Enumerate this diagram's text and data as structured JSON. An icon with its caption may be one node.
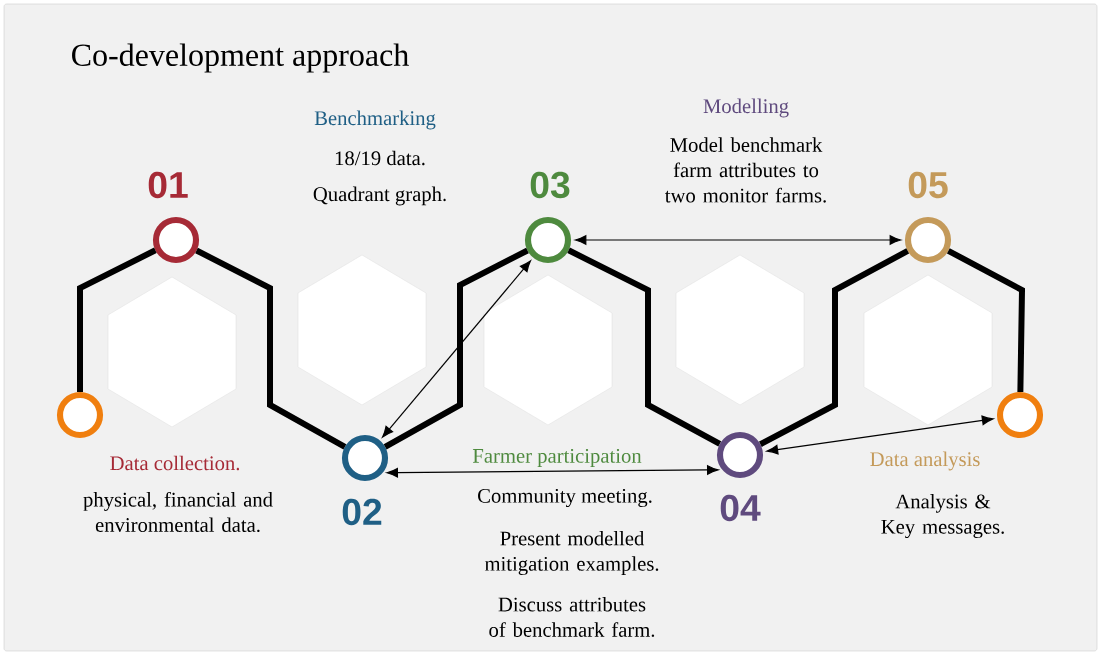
{
  "diagram": {
    "title": "Co-development approach",
    "nodes": [
      {
        "text": [],
        "shape": "circle"
      },
      {
        "text": [],
        "shape": "circle",
        "beside": [
          "01"
        ]
      },
      {
        "text": [],
        "shape": "circle",
        "beside": [
          "02"
        ]
      },
      {
        "text": [],
        "shape": "circle",
        "beside": [
          "03"
        ]
      },
      {
        "text": [],
        "shape": "circle",
        "beside": [
          "04"
        ]
      },
      {
        "text": [],
        "shape": "circle",
        "beside": [
          "05"
        ]
      },
      {
        "text": [],
        "shape": "circle"
      }
    ],
    "edges": [
      {
        "from": 0,
        "to": 1,
        "arrow": "none"
      },
      {
        "from": 1,
        "to": 2,
        "arrow": "none"
      },
      {
        "from": 2,
        "to": 3,
        "arrow": "none"
      },
      {
        "from": 3,
        "to": 4,
        "arrow": "none"
      },
      {
        "from": 4,
        "to": 5,
        "arrow": "none"
      },
      {
        "from": 5,
        "to": 6,
        "arrow": "none"
      },
      {
        "from": 2,
        "to": 3,
        "arrow": "both"
      },
      {
        "from": 3,
        "to": 5,
        "arrow": "both"
      },
      {
        "from": 2,
        "to": 4,
        "arrow": "both"
      },
      {
        "from": 4,
        "to": 6,
        "arrow": "both"
      }
    ],
    "labels": [
      "Data collection.",
      "physical, financial and environmental data.",
      "Benchmarking",
      "18/19 data.",
      "Quadrant graph.",
      "Farmer participation",
      "Community meeting.",
      "Present modelled mitigation examples.",
      "Discuss attributes of benchmark farm.",
      "Modelling",
      "Model benchmark farm attributes to two monitor farms.",
      "Data analysis",
      "Analysis & Key messages."
    ]
  }
}
